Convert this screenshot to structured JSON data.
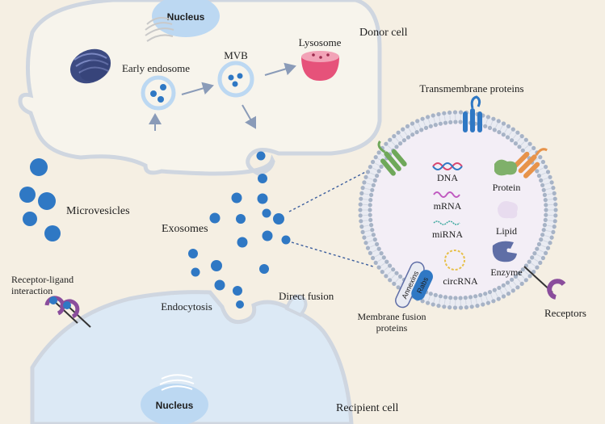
{
  "labels": {
    "donor_cell": "Donor cell",
    "nucleus_top": "Nucleus",
    "early_endosome": "Early endosome",
    "mvb": "MVB",
    "lysosome": "Lysosome",
    "microvesicles": "Microvesicles",
    "exosomes": "Exosomes",
    "receptor_ligand_1": "Receptor-ligand",
    "receptor_ligand_2": "interaction",
    "endocytosis": "Endocytosis",
    "direct_fusion": "Direct fusion",
    "nucleus_bottom": "Nucleus",
    "recipient_cell": "Recipient cell",
    "transmembrane_proteins": "Transmembrane proteins",
    "dna": "DNA",
    "mrna": "mRNA",
    "mirna": "miRNA",
    "circrna": "circRNA",
    "protein": "Protein",
    "lipid": "Lipid",
    "enzyme": "Enzyme",
    "annexins": "Annexins",
    "rabs": "Rabs",
    "membrane_fusion_1": "Membrane fusion",
    "membrane_fusion_2": "proteins",
    "receptors": "Receptors"
  },
  "colors": {
    "background": "#f5efe3",
    "cell_fill": "#f7f4ec",
    "cell_stroke": "#cfd6e0",
    "recipient_fill": "#dce9f5",
    "vesicle_blue": "#2f78c4",
    "nucleus": "#bcd8f2",
    "lysosome": "#e6527a",
    "arrow": "#8a9bb8",
    "membrane_head": "#a7b3c6",
    "exosome_inner": "#f3eef6",
    "green_protein": "#6fa85a",
    "orange_protein": "#e7934a",
    "blue_protein": "#2f78c4",
    "purple_receptor": "#8a4d9c"
  },
  "icons": [
    "golgi-icon",
    "er-icon",
    "dna-helix-icon",
    "mrna-wave-icon",
    "mirna-wave-icon",
    "circrna-ring-icon",
    "protein-blob-icon",
    "lipid-blob-icon",
    "enzyme-blob-icon",
    "receptor-icon",
    "transmembrane-protein-icon"
  ]
}
